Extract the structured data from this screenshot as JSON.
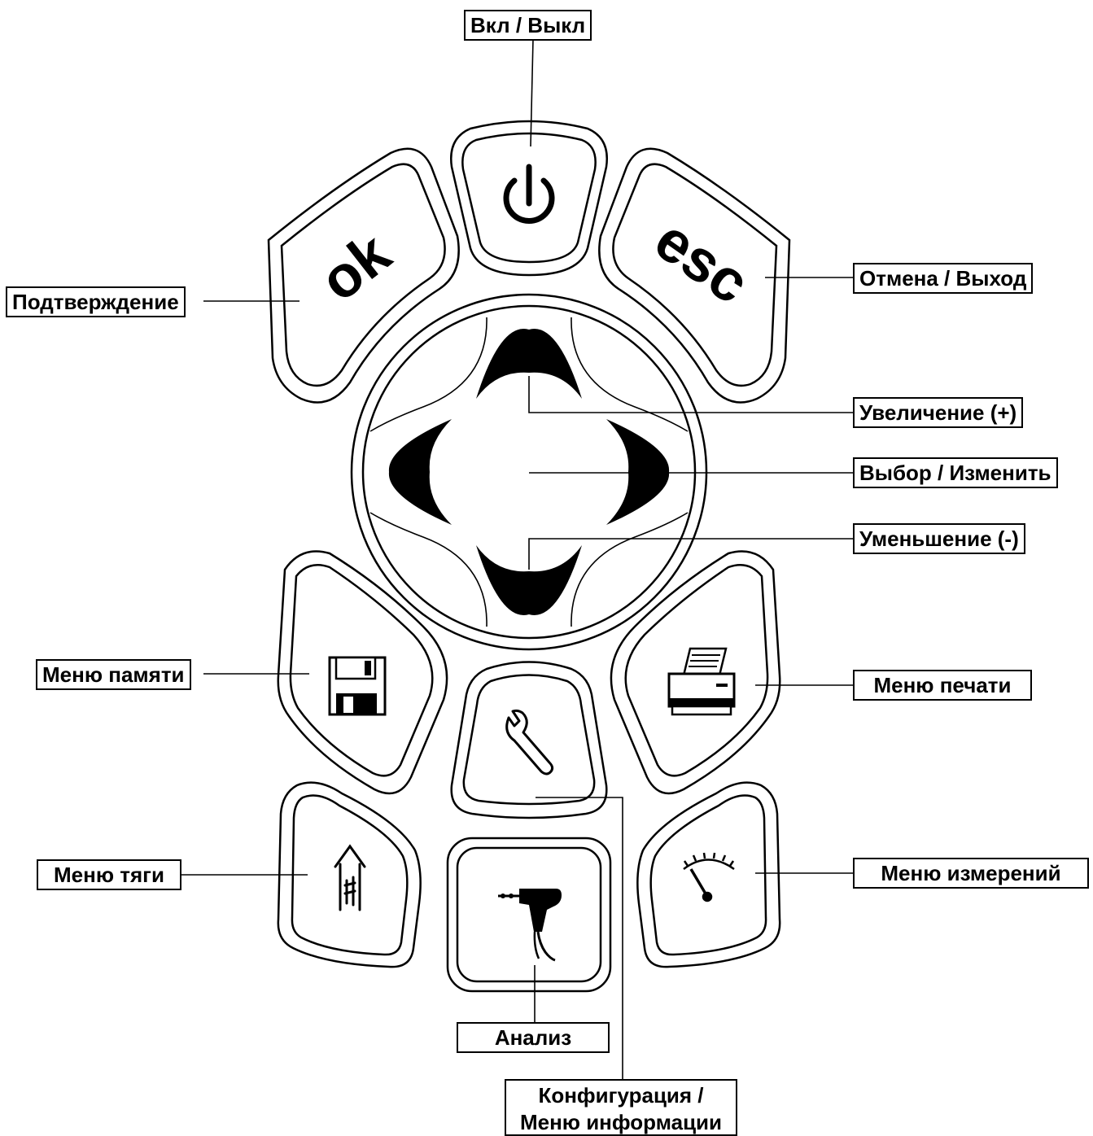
{
  "labels": {
    "power": "Вкл / Выкл",
    "confirm": "Подтверждение",
    "cancel": "Отмена / Выход",
    "increase": "Увеличение (+)",
    "select": "Выбор / Изменить",
    "decrease": "Уменьшение (-)",
    "memory": "Меню памяти",
    "print": "Меню печати",
    "draught": "Меню тяги",
    "measure": "Меню измерений",
    "analysis": "Анализ",
    "config_line1": "Конфигурация /",
    "config_line2": "Меню информации"
  },
  "buttons": {
    "ok_text": "ok",
    "esc_text": "esc"
  },
  "icons": [
    "power-icon",
    "up-arrow-icon",
    "down-arrow-icon",
    "left-arrow-icon",
    "right-arrow-icon",
    "floppy-disk-icon",
    "printer-icon",
    "wrench-icon",
    "draught-arrow-icon",
    "probe-icon",
    "gauge-icon"
  ]
}
